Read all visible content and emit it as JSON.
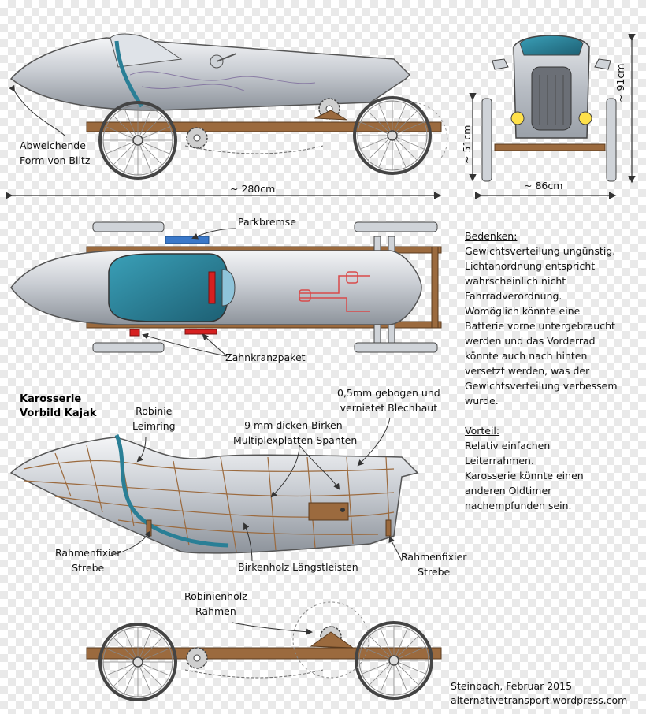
{
  "dimensions": {
    "length": "~ 280cm",
    "width": "~ 86cm",
    "height": "~ 91cm",
    "wheel": "~ 51cm"
  },
  "labels": {
    "abweichende_line1": "Abweichende",
    "abweichende_line2": "Form von Blitz",
    "parkbremse": "Parkbremse",
    "zahnkranzpaket": "Zahnkranzpaket",
    "karosserie_line1": "Karosserie",
    "karosserie_line2": "Vorbild Kajak",
    "robinie_line1": "Robinie",
    "robinie_line2": "Leimring",
    "spanten_line1": "9 mm dicken Birken-",
    "spanten_line2": "Multiplexplatten Spanten",
    "blechhaut_line1": "0,5mm gebogen und",
    "blechhaut_line2": "vernietet Blechhaut",
    "rahmenfixier_left_line1": "Rahmenfixier",
    "rahmenfixier_left_line2": "Strebe",
    "laengsleisten": "Birkenholz Längstleisten",
    "rahmenfixier_right_line1": "Rahmenfixier",
    "rahmenfixier_right_line2": "Strebe",
    "robinienholz_line1": "Robinienholz",
    "robinienholz_line2": "Rahmen"
  },
  "notes": {
    "bedenken_heading": "Bedenken:",
    "bedenken_lines": [
      "Gewichtsverteilung ungünstig.",
      "Lichtanordnung entspricht",
      "wahrscheinlich nicht",
      "Fahrradverordnung.",
      "Womöglich könnte eine",
      "Batterie vorne untergebraucht",
      "werden und das Vorderrad",
      "könnte auch nach hinten",
      "versetzt werden, was der",
      "Gewichtsverteilung verbessem",
      "wurde."
    ],
    "vorteil_heading": "Vorteil:",
    "vorteil_lines": [
      "Relativ einfachen",
      "Leiterrahmen.",
      "Karosserie könnte einen",
      "anderen Oldtimer",
      "nachempfunden sein."
    ]
  },
  "credit": {
    "line1": "Steinbach, Februar 2015",
    "line2": "alternativetransport.wordpress.com"
  },
  "colors": {
    "frame_wood": "#9b6a3e",
    "body_metal": "#c8ccd2",
    "cockpit_blue": "#2a7f96",
    "chain_red": "#d62020",
    "parkbrake_blue": "#3a78c9"
  }
}
